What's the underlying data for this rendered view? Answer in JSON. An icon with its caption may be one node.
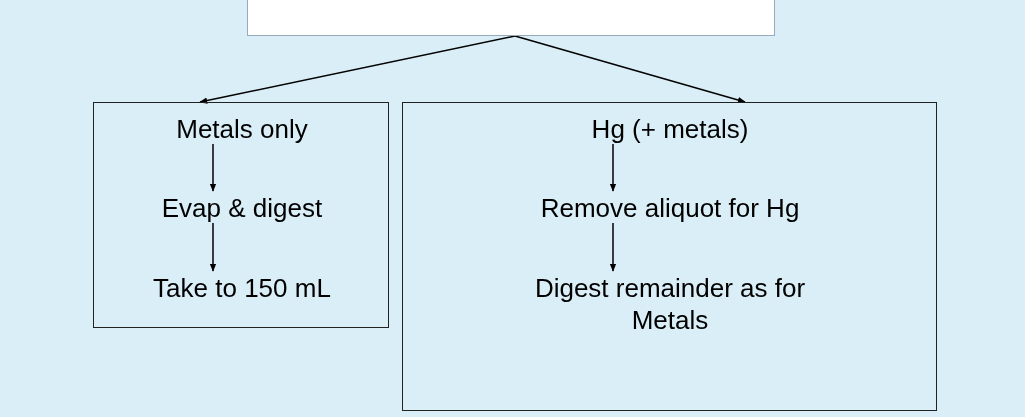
{
  "diagram": {
    "nodes": [
      {
        "text": [],
        "shape": "box"
      },
      {
        "text": [],
        "shape": "box"
      },
      {
        "text": [
          "Metals only"
        ],
        "in": 1
      },
      {
        "text": [
          "Evap & digest"
        ],
        "in": 1
      },
      {
        "text": [
          "Take to 150 mL"
        ],
        "in": 1
      },
      {
        "text": [],
        "shape": "box"
      },
      {
        "text": [
          "Hg (+ metals)"
        ],
        "in": 5
      },
      {
        "text": [
          "Remove aliquot for Hg"
        ],
        "in": 5
      },
      {
        "text": [
          "Digest remainder as for Metals"
        ],
        "in": 5
      }
    ],
    "edges": [
      {
        "from": 0,
        "to": 1,
        "arrow": "to"
      },
      {
        "from": 0,
        "to": 5,
        "arrow": "to"
      },
      {
        "from": 2,
        "to": 3,
        "arrow": "to"
      },
      {
        "from": 3,
        "to": 4,
        "arrow": "to"
      },
      {
        "from": 6,
        "to": 7,
        "arrow": "to"
      },
      {
        "from": 7,
        "to": 8,
        "arrow": "to"
      }
    ]
  }
}
